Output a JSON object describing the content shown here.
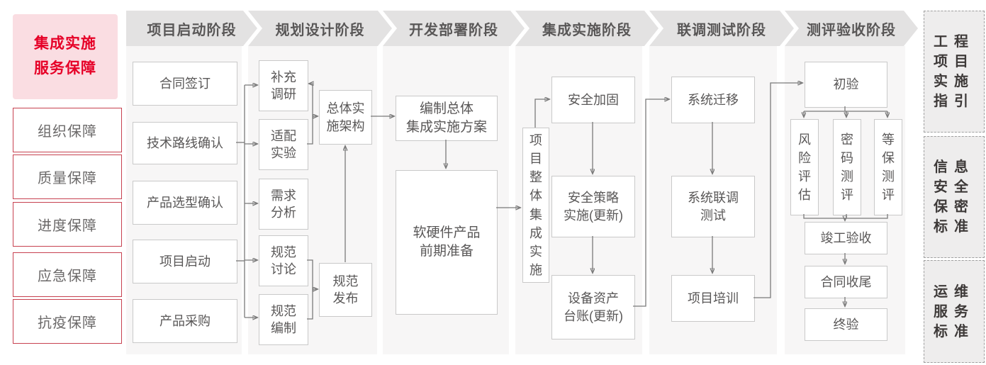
{
  "sidebar": {
    "title": "集成实施\n服务保障",
    "items": [
      {
        "label": "组织保障"
      },
      {
        "label": "质量保障"
      },
      {
        "label": "进度保障"
      },
      {
        "label": "应急保障"
      },
      {
        "label": "抗疫保障"
      }
    ]
  },
  "phases": [
    {
      "label": "项目启动阶段"
    },
    {
      "label": "规划设计阶段"
    },
    {
      "label": "开发部署阶段"
    },
    {
      "label": "集成实施阶段"
    },
    {
      "label": "联调测试阶段"
    },
    {
      "label": "测评验收阶段"
    }
  ],
  "flow": {
    "contract_signing": "合同签订",
    "tech_route_confirm": "技术路线确认",
    "product_selection_confirm": "产品选型确认",
    "project_kickoff": "项目启动",
    "product_procurement": "产品采购",
    "supplementary_research": "补充\n调研",
    "adaptation_experiment": "适配\n实验",
    "requirement_analysis": "需求\n分析",
    "spec_discussion": "规范\n讨论",
    "spec_compilation": "规范\n编制",
    "overall_impl_architecture": "总体实\n施架构",
    "spec_release": "规范\n发布",
    "overall_integration_plan": "编制总体\n集成实施方案",
    "hw_sw_preparation": "软硬件产品\n前期准备",
    "overall_project_integration": "项目整体集成实施",
    "security_hardening": "安全加固",
    "security_policy_impl": "安全策略\n实施(更新)",
    "asset_ledger": "设备资产\n台账(更新)",
    "system_migration": "系统迁移",
    "joint_debug_test": "系统联调\n测试",
    "project_training": "项目培训",
    "initial_acceptance": "初验",
    "risk_assessment": "风险评估",
    "crypto_evaluation": "密码测评",
    "mlps_evaluation": "等保测评",
    "completion_acceptance": "竣工验收",
    "contract_closure": "合同收尾",
    "final_acceptance": "终验"
  },
  "references": [
    {
      "label": "工程\n项目\n实施\n指引"
    },
    {
      "label": "信息\n安全\n保密\n标准"
    },
    {
      "label": "运维\n服务\n标准"
    }
  ],
  "colors": {
    "accent_red": "#e60027",
    "pink_bg": "#fadde2",
    "red_border": "#c74150",
    "band_bg": "#f7f6f6",
    "chevron_bg": "#e3e2e2",
    "box_border": "#c9c9c9",
    "text_gray": "#595757",
    "text_dark": "#3e3a39",
    "connector": "#7a7a7a"
  }
}
